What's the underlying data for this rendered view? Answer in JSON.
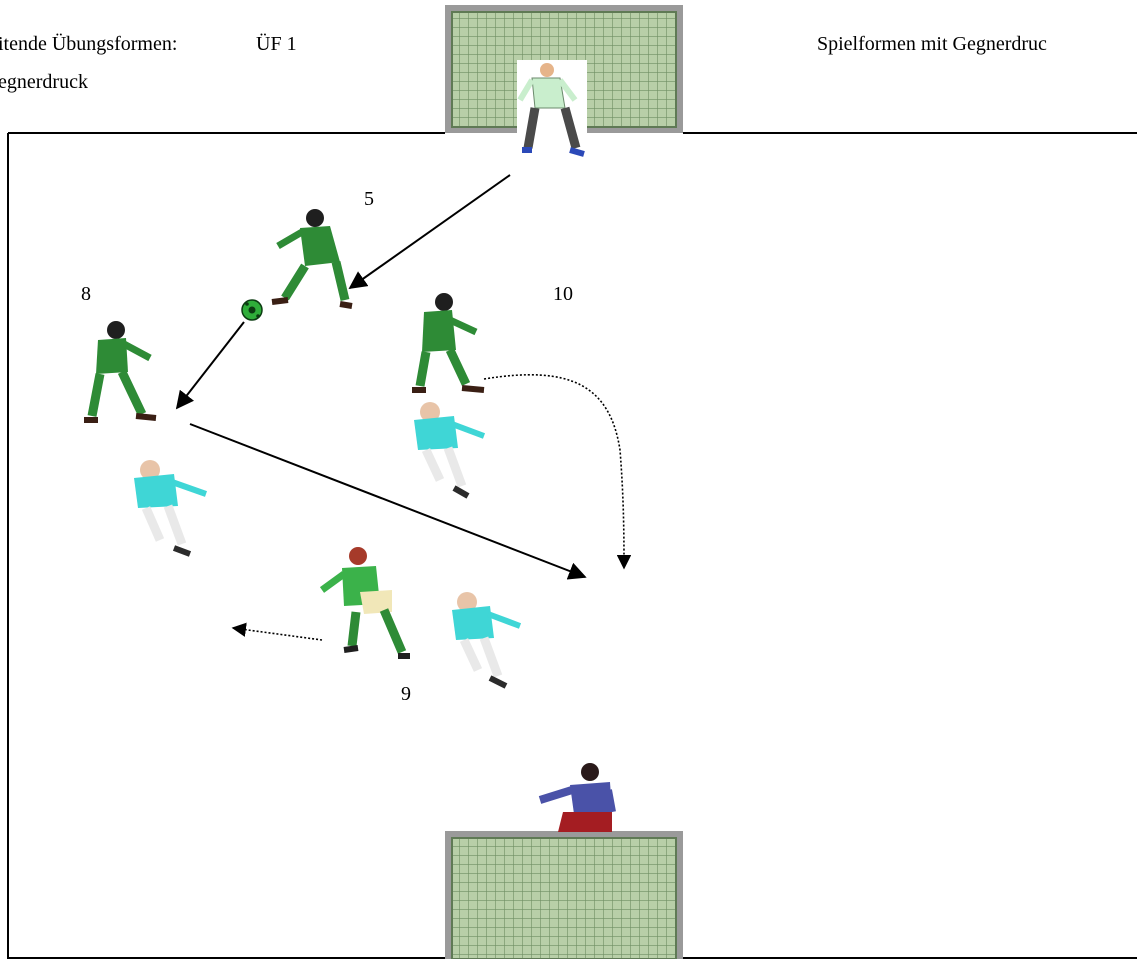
{
  "header": {
    "left_line1": "itende Übungsformen:",
    "code": "ÜF 1",
    "left_line2": "egnerdruck",
    "right": "Spielformen mit Gegnerdruc"
  },
  "players": {
    "p5": "5",
    "p8": "8",
    "p10": "10",
    "p9": "9"
  },
  "colors": {
    "green_team": "#2e8b36",
    "opponent_shirt": "#3fd6d6",
    "keeper_top": "#c9eecd",
    "keeper_bottom": "#4a52a8",
    "net": "#8aa87a"
  }
}
